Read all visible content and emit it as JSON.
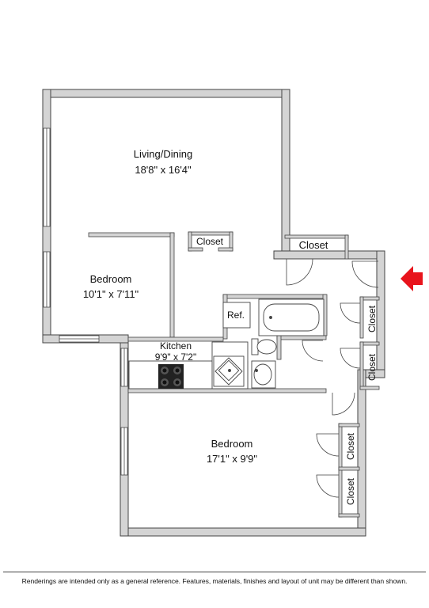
{
  "rooms": {
    "living_dining": {
      "name": "Living/Dining",
      "dims": "18'8\" x 16'4\""
    },
    "bedroom_small": {
      "name": "Bedroom",
      "dims": "10'1\" x 7'11\""
    },
    "kitchen": {
      "name": "Kitchen",
      "dims": "9'9\" x 7'2\""
    },
    "bedroom_large": {
      "name": "Bedroom",
      "dims": "17'1\" x 9'9\""
    },
    "refrigerator": {
      "name": "Ref."
    },
    "closet_living": {
      "name": "Closet"
    },
    "closet_entry": {
      "name": "Closet"
    },
    "closet_hall_1": {
      "name": "Closet"
    },
    "closet_hall_2": {
      "name": "Closet"
    },
    "closet_bed_1": {
      "name": "Closet"
    },
    "closet_bed_2": {
      "name": "Closet"
    }
  },
  "footer": {
    "disclaimer": "Renderings are intended only as a general reference. Features, materials, finishes and layout of unit may be different than shown."
  },
  "colors": {
    "wall": "#d4d4d4",
    "wall_stroke": "#444444",
    "entry_arrow": "#e8141c"
  },
  "icons": {
    "entry": "entry-arrow-icon"
  }
}
